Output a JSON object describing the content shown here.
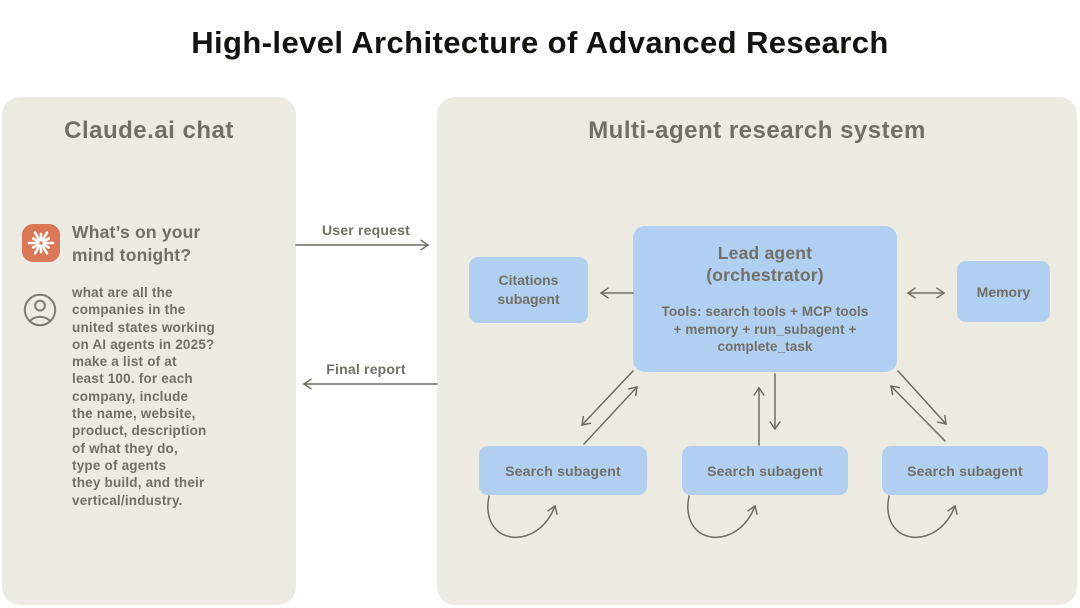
{
  "title": "High-level Architecture of Advanced Research",
  "left_panel": {
    "header": "Claude.ai chat",
    "prompt": "What’s on your\nmind tonight?",
    "query": "what are all the\ncompanies in the\nunited states working\non AI agents in 2025?\nmake a list of at\nleast 100. for each\ncompany, include\nthe name, website,\nproduct, description\nof what they do,\ntype of agents\nthey build, and their\nvertical/industry."
  },
  "flow": {
    "user_request": "User request",
    "final_report": "Final report"
  },
  "right_panel": {
    "header": "Multi-agent research system",
    "lead_agent": {
      "title": "Lead agent\n(orchestrator)",
      "tools": "Tools: search tools + MCP tools\n+ memory + run_subagent +\ncomplete_task"
    },
    "citations": "Citations\nsubagent",
    "memory": "Memory",
    "subagents": [
      "Search subagent",
      "Search subagent",
      "Search subagent"
    ]
  },
  "icons": {
    "claude_spark": "claude-spark-icon",
    "user_avatar": "user-avatar-icon"
  },
  "colors": {
    "panel_bg": "#ECEAE1",
    "box_blue": "#B1D0F1",
    "text_gray": "#716F66",
    "arrow_gray": "#6E6D65",
    "claude_orange": "#DA7756",
    "title_black": "#151310"
  }
}
